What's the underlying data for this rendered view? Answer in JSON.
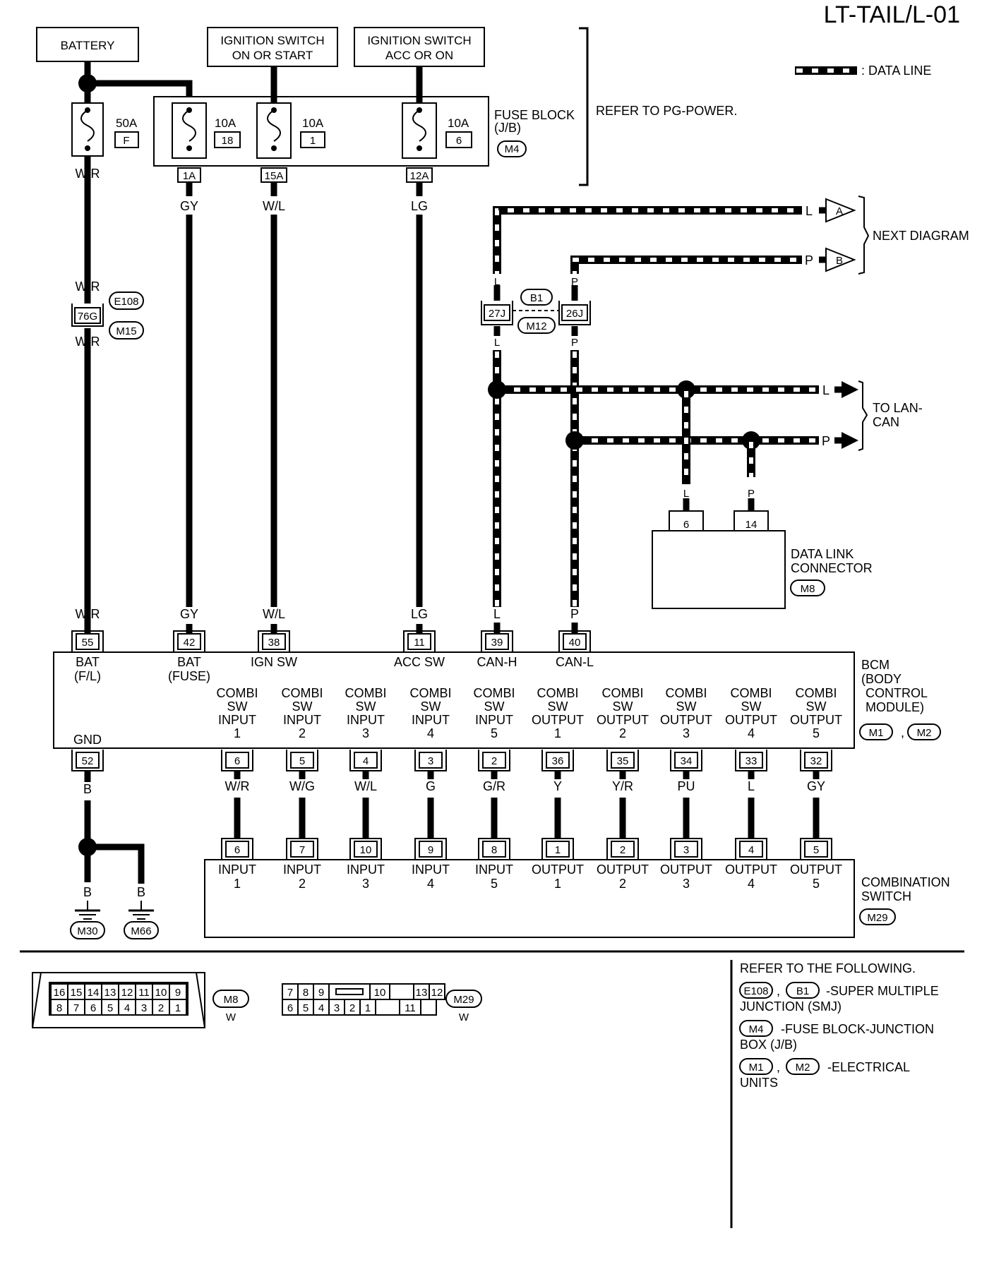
{
  "title": "LT-TAIL/L-01",
  "legend": {
    "data_line": ": DATA LINE"
  },
  "sources": {
    "battery": "BATTERY",
    "ign_on_start": [
      "IGNITION SWITCH",
      "ON OR START"
    ],
    "ign_acc_on": [
      "IGNITION SWITCH",
      "ACC OR ON"
    ]
  },
  "fuses": {
    "f50a": {
      "amp": "50A",
      "id": "F"
    },
    "f18": {
      "amp": "10A",
      "id": "18"
    },
    "f1": {
      "amp": "10A",
      "id": "1"
    },
    "f6": {
      "amp": "10A",
      "id": "6"
    }
  },
  "fuse_block": {
    "label": [
      "FUSE BLOCK",
      "(J/B)"
    ],
    "conn": "M4",
    "refer": "REFER TO PG-POWER."
  },
  "fuse_pins": [
    "1A",
    "15A",
    "12A"
  ],
  "wire_colors": {
    "wr": "W/R",
    "gy": "GY",
    "wl": "W/L",
    "lg": "LG",
    "l": "L",
    "p": "P",
    "b": "B"
  },
  "junction": {
    "e108": "E108",
    "m15": "M15",
    "pin76g": "76G",
    "b1": "B1",
    "m12": "M12",
    "pin27j": "27J",
    "pin26j": "26J"
  },
  "next_diagram": {
    "label": "NEXT DIAGRAM",
    "a": "A",
    "b": "B"
  },
  "lan_can": [
    "TO LAN-",
    "CAN"
  ],
  "dlc": {
    "label": [
      "DATA LINK",
      "CONNECTOR"
    ],
    "conn": "M8",
    "pins": [
      "6",
      "14"
    ]
  },
  "bcm": {
    "label": [
      "BCM",
      "(BODY",
      "CONTROL",
      "MODULE)"
    ],
    "conns": [
      "M1",
      "M2"
    ],
    "top_pins": [
      {
        "pin": "55",
        "name": [
          "BAT",
          "(F/L)"
        ]
      },
      {
        "pin": "42",
        "name": [
          "BAT",
          "(FUSE)"
        ]
      },
      {
        "pin": "38",
        "name": [
          "IGN SW"
        ]
      },
      {
        "pin": "11",
        "name": [
          "ACC SW"
        ]
      },
      {
        "pin": "39",
        "name": [
          "CAN-H"
        ]
      },
      {
        "pin": "40",
        "name": [
          "CAN-L"
        ]
      }
    ],
    "gnd": {
      "pin": "52",
      "name": "GND"
    },
    "bottom": [
      {
        "name": [
          "COMBI",
          "SW",
          "INPUT",
          "1"
        ],
        "pin": "6",
        "wire": "W/R",
        "sw_pin": "6"
      },
      {
        "name": [
          "COMBI",
          "SW",
          "INPUT",
          "2"
        ],
        "pin": "5",
        "wire": "W/G",
        "sw_pin": "7"
      },
      {
        "name": [
          "COMBI",
          "SW",
          "INPUT",
          "3"
        ],
        "pin": "4",
        "wire": "W/L",
        "sw_pin": "10"
      },
      {
        "name": [
          "COMBI",
          "SW",
          "INPUT",
          "4"
        ],
        "pin": "3",
        "wire": "G",
        "sw_pin": "9"
      },
      {
        "name": [
          "COMBI",
          "SW",
          "INPUT",
          "5"
        ],
        "pin": "2",
        "wire": "G/R",
        "sw_pin": "8"
      },
      {
        "name": [
          "COMBI",
          "SW",
          "OUTPUT",
          "1"
        ],
        "pin": "36",
        "wire": "Y",
        "sw_pin": "1"
      },
      {
        "name": [
          "COMBI",
          "SW",
          "OUTPUT",
          "2"
        ],
        "pin": "35",
        "wire": "Y/R",
        "sw_pin": "2"
      },
      {
        "name": [
          "COMBI",
          "SW",
          "OUTPUT",
          "3"
        ],
        "pin": "34",
        "wire": "PU",
        "sw_pin": "3"
      },
      {
        "name": [
          "COMBI",
          "SW",
          "OUTPUT",
          "4"
        ],
        "pin": "33",
        "wire": "L",
        "sw_pin": "4"
      },
      {
        "name": [
          "COMBI",
          "SW",
          "OUTPUT",
          "5"
        ],
        "pin": "32",
        "wire": "GY",
        "sw_pin": "5"
      }
    ]
  },
  "combi_switch": {
    "label": [
      "COMBINATION",
      "SWITCH"
    ],
    "conn": "M29",
    "inputs": [
      [
        "INPUT",
        "1"
      ],
      [
        "INPUT",
        "2"
      ],
      [
        "INPUT",
        "3"
      ],
      [
        "INPUT",
        "4"
      ],
      [
        "INPUT",
        "5"
      ],
      [
        "OUTPUT",
        "1"
      ],
      [
        "OUTPUT",
        "2"
      ],
      [
        "OUTPUT",
        "3"
      ],
      [
        "OUTPUT",
        "4"
      ],
      [
        "OUTPUT",
        "5"
      ]
    ]
  },
  "grounds": [
    "M30",
    "M66"
  ],
  "connector_views": {
    "m8": {
      "conn": "M8",
      "color": "W",
      "row1": [
        "16",
        "15",
        "14",
        "13",
        "12",
        "11",
        "10",
        "9"
      ],
      "row2": [
        "8",
        "7",
        "6",
        "5",
        "4",
        "3",
        "2",
        "1"
      ]
    },
    "m29": {
      "conn": "M29",
      "color": "W",
      "row1": [
        "7",
        "8",
        "9",
        "",
        "10",
        "",
        "13",
        "12"
      ],
      "row2": [
        "6",
        "5",
        "4",
        "3",
        "2",
        "1",
        "",
        "11",
        ""
      ]
    }
  },
  "reference": {
    "head": "REFER TO THE FOLLOWING.",
    "smj": {
      "c1": "E108",
      "c2": "B1",
      "text": [
        "-SUPER MULTIPLE",
        "JUNCTION (SMJ)"
      ]
    },
    "jb": {
      "c1": "M4",
      "text": [
        "-FUSE BLOCK-JUNCTION",
        "BOX (J/B)"
      ]
    },
    "eu": {
      "c1": "M1",
      "c2": "M2",
      "text": [
        "-ELECTRICAL",
        "UNITS"
      ]
    }
  }
}
